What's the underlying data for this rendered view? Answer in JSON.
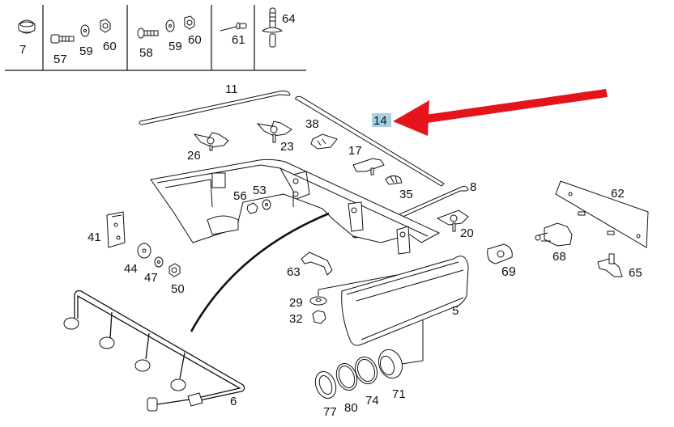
{
  "diagram": {
    "type": "exploded parts diagram",
    "subject": "rear bumper assembly",
    "hardware_table": {
      "cells": [
        {
          "labels": [
            "7"
          ]
        },
        {
          "labels": [
            "57",
            "59",
            "60"
          ]
        },
        {
          "labels": [
            "58",
            "59",
            "60"
          ]
        },
        {
          "labels": [
            "61"
          ]
        },
        {
          "labels": [
            "64"
          ]
        }
      ]
    },
    "callouts": {
      "p11": "11",
      "p14": "14",
      "p26": "26",
      "p23": "23",
      "p38": "38",
      "p17": "17",
      "p35": "35",
      "p8": "8",
      "p56": "56",
      "p53": "53",
      "p20": "20",
      "p41": "41",
      "p44": "44",
      "p47": "47",
      "p50": "50",
      "p63": "63",
      "p29": "29",
      "p32": "32",
      "p5": "5",
      "p62": "62",
      "p68": "68",
      "p69": "69",
      "p65": "65",
      "p6": "6",
      "p77": "77",
      "p80": "80",
      "p74": "74",
      "p71": "71"
    },
    "highlight": {
      "label": "14",
      "highlight_color": "#a6d1e3",
      "arrow_color": "#e3141b"
    }
  }
}
